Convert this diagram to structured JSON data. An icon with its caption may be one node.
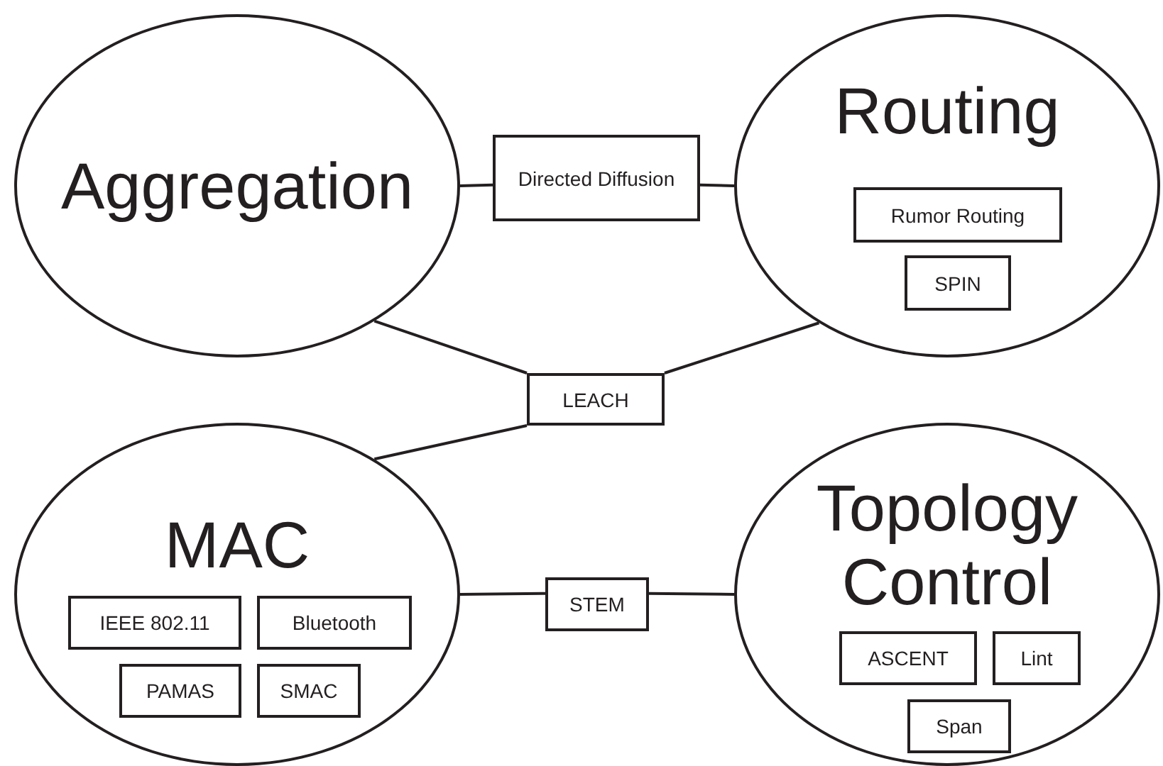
{
  "diagram": {
    "nodes": [
      {
        "text": [
          "Aggregation"
        ]
      },
      {
        "text": [
          "Directed Diffusion"
        ]
      },
      {
        "text": [
          "Routing"
        ]
      },
      {
        "text": [
          "Rumor Routing"
        ],
        "in": 2
      },
      {
        "text": [
          "SPIN"
        ],
        "in": 2
      },
      {
        "text": [
          "LEACH"
        ]
      },
      {
        "text": [
          "MAC"
        ]
      },
      {
        "text": [
          "IEEE 802.11"
        ],
        "in": 6
      },
      {
        "text": [
          "Bluetooth"
        ],
        "in": 6
      },
      {
        "text": [
          "PAMAS"
        ],
        "in": 6
      },
      {
        "text": [
          "SMAC"
        ],
        "in": 6
      },
      {
        "text": [
          "STEM"
        ]
      },
      {
        "text": [
          "Topology Control"
        ]
      },
      {
        "text": [
          "ASCENT"
        ],
        "in": 12
      },
      {
        "text": [
          "Lint"
        ],
        "in": 12
      },
      {
        "text": [
          "Span"
        ],
        "in": 12
      }
    ],
    "edges": [
      {
        "from": 0,
        "to": 1,
        "arrow": "none"
      },
      {
        "from": 1,
        "to": 2,
        "arrow": "none"
      },
      {
        "from": 0,
        "to": 5,
        "arrow": "none"
      },
      {
        "from": 2,
        "to": 5,
        "arrow": "none"
      },
      {
        "from": 5,
        "to": 6,
        "arrow": "none"
      },
      {
        "from": 6,
        "to": 11,
        "arrow": "none"
      },
      {
        "from": 11,
        "to": 12,
        "arrow": "none"
      }
    ]
  }
}
